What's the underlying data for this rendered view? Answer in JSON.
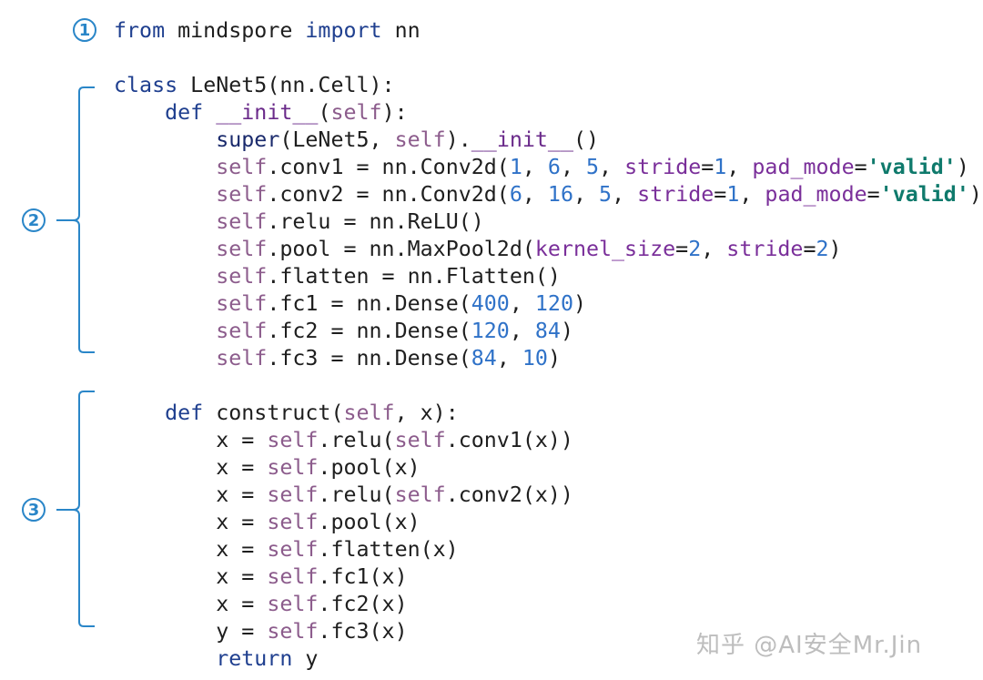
{
  "markers": [
    "1",
    "2",
    "3"
  ],
  "colors": {
    "accent": "#2a86c8",
    "keyword": "#1f3f8f",
    "self": "#8c5c8c",
    "number": "#2f72c8",
    "kwarg": "#7a2f9a",
    "string": "#0f7a6c"
  },
  "code_lines": [
    [
      [
        "kw",
        "from"
      ],
      [
        "plain",
        " mindspore "
      ],
      [
        "kw",
        "import"
      ],
      [
        "plain",
        " nn"
      ]
    ],
    [],
    [
      [
        "kw",
        "class"
      ],
      [
        "plain",
        " LeNet5(nn.Cell):"
      ]
    ],
    [
      [
        "plain",
        "    "
      ],
      [
        "kw",
        "def"
      ],
      [
        "plain",
        " "
      ],
      [
        "dunder",
        "__init__"
      ],
      [
        "plain",
        "("
      ],
      [
        "self",
        "self"
      ],
      [
        "plain",
        "):"
      ]
    ],
    [
      [
        "plain",
        "        "
      ],
      [
        "builtin",
        "super"
      ],
      [
        "plain",
        "(LeNet5, "
      ],
      [
        "self",
        "self"
      ],
      [
        "plain",
        ")."
      ],
      [
        "dunder",
        "__init__"
      ],
      [
        "plain",
        "()"
      ]
    ],
    [
      [
        "plain",
        "        "
      ],
      [
        "self",
        "self"
      ],
      [
        "plain",
        ".conv1 = nn.Conv2d("
      ],
      [
        "num",
        "1"
      ],
      [
        "plain",
        ", "
      ],
      [
        "num",
        "6"
      ],
      [
        "plain",
        ", "
      ],
      [
        "num",
        "5"
      ],
      [
        "plain",
        ", "
      ],
      [
        "kwarg",
        "stride"
      ],
      [
        "plain",
        "="
      ],
      [
        "num",
        "1"
      ],
      [
        "plain",
        ", "
      ],
      [
        "kwarg",
        "pad_mode"
      ],
      [
        "plain",
        "="
      ],
      [
        "str",
        "'valid'"
      ],
      [
        "plain",
        ")"
      ]
    ],
    [
      [
        "plain",
        "        "
      ],
      [
        "self",
        "self"
      ],
      [
        "plain",
        ".conv2 = nn.Conv2d("
      ],
      [
        "num",
        "6"
      ],
      [
        "plain",
        ", "
      ],
      [
        "num",
        "16"
      ],
      [
        "plain",
        ", "
      ],
      [
        "num",
        "5"
      ],
      [
        "plain",
        ", "
      ],
      [
        "kwarg",
        "stride"
      ],
      [
        "plain",
        "="
      ],
      [
        "num",
        "1"
      ],
      [
        "plain",
        ", "
      ],
      [
        "kwarg",
        "pad_mode"
      ],
      [
        "plain",
        "="
      ],
      [
        "str",
        "'valid'"
      ],
      [
        "plain",
        ")"
      ]
    ],
    [
      [
        "plain",
        "        "
      ],
      [
        "self",
        "self"
      ],
      [
        "plain",
        ".relu = nn.ReLU()"
      ]
    ],
    [
      [
        "plain",
        "        "
      ],
      [
        "self",
        "self"
      ],
      [
        "plain",
        ".pool = nn.MaxPool2d("
      ],
      [
        "kwarg",
        "kernel_size"
      ],
      [
        "plain",
        "="
      ],
      [
        "num",
        "2"
      ],
      [
        "plain",
        ", "
      ],
      [
        "kwarg",
        "stride"
      ],
      [
        "plain",
        "="
      ],
      [
        "num",
        "2"
      ],
      [
        "plain",
        ")"
      ]
    ],
    [
      [
        "plain",
        "        "
      ],
      [
        "self",
        "self"
      ],
      [
        "plain",
        ".flatten = nn.Flatten()"
      ]
    ],
    [
      [
        "plain",
        "        "
      ],
      [
        "self",
        "self"
      ],
      [
        "plain",
        ".fc1 = nn.Dense("
      ],
      [
        "num",
        "400"
      ],
      [
        "plain",
        ", "
      ],
      [
        "num",
        "120"
      ],
      [
        "plain",
        ")"
      ]
    ],
    [
      [
        "plain",
        "        "
      ],
      [
        "self",
        "self"
      ],
      [
        "plain",
        ".fc2 = nn.Dense("
      ],
      [
        "num",
        "120"
      ],
      [
        "plain",
        ", "
      ],
      [
        "num",
        "84"
      ],
      [
        "plain",
        ")"
      ]
    ],
    [
      [
        "plain",
        "        "
      ],
      [
        "self",
        "self"
      ],
      [
        "plain",
        ".fc3 = nn.Dense("
      ],
      [
        "num",
        "84"
      ],
      [
        "plain",
        ", "
      ],
      [
        "num",
        "10"
      ],
      [
        "plain",
        ")"
      ]
    ],
    [],
    [
      [
        "plain",
        "    "
      ],
      [
        "kw",
        "def"
      ],
      [
        "plain",
        " construct("
      ],
      [
        "self",
        "self"
      ],
      [
        "plain",
        ", x):"
      ]
    ],
    [
      [
        "plain",
        "        x = "
      ],
      [
        "self",
        "self"
      ],
      [
        "plain",
        ".relu("
      ],
      [
        "self",
        "self"
      ],
      [
        "plain",
        ".conv1(x))"
      ]
    ],
    [
      [
        "plain",
        "        x = "
      ],
      [
        "self",
        "self"
      ],
      [
        "plain",
        ".pool(x)"
      ]
    ],
    [
      [
        "plain",
        "        x = "
      ],
      [
        "self",
        "self"
      ],
      [
        "plain",
        ".relu("
      ],
      [
        "self",
        "self"
      ],
      [
        "plain",
        ".conv2(x))"
      ]
    ],
    [
      [
        "plain",
        "        x = "
      ],
      [
        "self",
        "self"
      ],
      [
        "plain",
        ".pool(x)"
      ]
    ],
    [
      [
        "plain",
        "        x = "
      ],
      [
        "self",
        "self"
      ],
      [
        "plain",
        ".flatten(x)"
      ]
    ],
    [
      [
        "plain",
        "        x = "
      ],
      [
        "self",
        "self"
      ],
      [
        "plain",
        ".fc1(x)"
      ]
    ],
    [
      [
        "plain",
        "        x = "
      ],
      [
        "self",
        "self"
      ],
      [
        "plain",
        ".fc2(x)"
      ]
    ],
    [
      [
        "plain",
        "        y = "
      ],
      [
        "self",
        "self"
      ],
      [
        "plain",
        ".fc3(x)"
      ]
    ],
    [
      [
        "plain",
        "        "
      ],
      [
        "kw",
        "return"
      ],
      [
        "plain",
        " y"
      ]
    ]
  ],
  "watermark": "知乎 @AI安全Mr.Jin"
}
